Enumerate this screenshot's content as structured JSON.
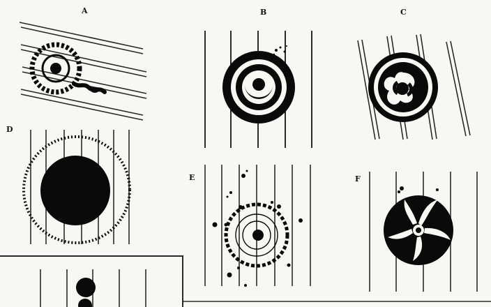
{
  "panels": [
    {
      "id": "a",
      "label": "A"
    },
    {
      "id": "b",
      "label": "B"
    },
    {
      "id": "c",
      "label": "C"
    },
    {
      "id": "d",
      "label": "D"
    },
    {
      "id": "e",
      "label": "E"
    },
    {
      "id": "f",
      "label": "F"
    }
  ],
  "colors": {
    "ink": "#0a0a0a",
    "paper": "#f7f7f5",
    "line": "#2a2a2a"
  }
}
